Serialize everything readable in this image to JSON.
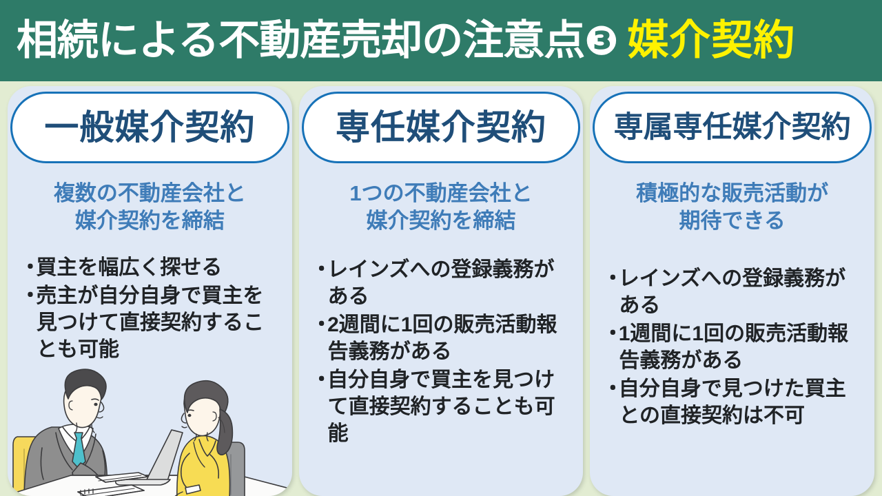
{
  "header": {
    "title_main": "相続による不動産売却の注意点",
    "title_number": "❸",
    "title_accent": "媒介契約",
    "bg_color": "#2e7b68",
    "accent_color": "#fff200",
    "text_color": "#ffffff"
  },
  "theme": {
    "page_bg": "#e2ecd2",
    "card_bg": "#dfe8f5",
    "pill_bg": "#ffffff",
    "pill_border": "#1772b8",
    "pill_text": "#1f4e79",
    "subtitle_text": "#3f7cb8",
    "bullet_text": "#202326"
  },
  "cards": [
    {
      "title": "一般媒介契約",
      "subtitle": "複数の不動産会社と\n媒介契約を締結",
      "bullet_marker": "・",
      "bullets": [
        "買主を幅広く探せる",
        "売主が自分自身で買主を見つけて直接契約することも可能"
      ],
      "has_illustration": true
    },
    {
      "title": "専任媒介契約",
      "subtitle": "1つの不動産会社と\n媒介契約を締結",
      "bullet_marker": "・",
      "bullets": [
        "レインズへの登録義務がある",
        "2週間に1回の販売活動報告義務がある",
        "自分自身で買主を見つけて直接契約することも可能"
      ],
      "has_illustration": false
    },
    {
      "title": "専属専任媒介契約",
      "subtitle": "積極的な販売活動が\n期待できる",
      "bullet_marker": "・",
      "bullets": [
        "レインズへの登録義務がある",
        "1週間に1回の販売活動報告義務がある",
        "自分自身で見つけた買主との直接契約は不可"
      ],
      "has_illustration": false
    }
  ],
  "illustration": {
    "name": "meeting-illustration",
    "description": "businessman-and-woman-at-desk",
    "man": {
      "suit_color": "#8e8e8e",
      "tie_color": "#4ec0cc",
      "hair_color": "#4b4a4c",
      "skin_color": "#fdf5ea",
      "chair_color": "#f6d95c"
    },
    "woman": {
      "top_color": "#f7dc54",
      "hair_color": "#5d5a5c",
      "skin_color": "#fdf5ea",
      "chair_color": "#96989a"
    },
    "desk_color": "#fbfbfa",
    "laptop_color": "#dcdddd"
  }
}
